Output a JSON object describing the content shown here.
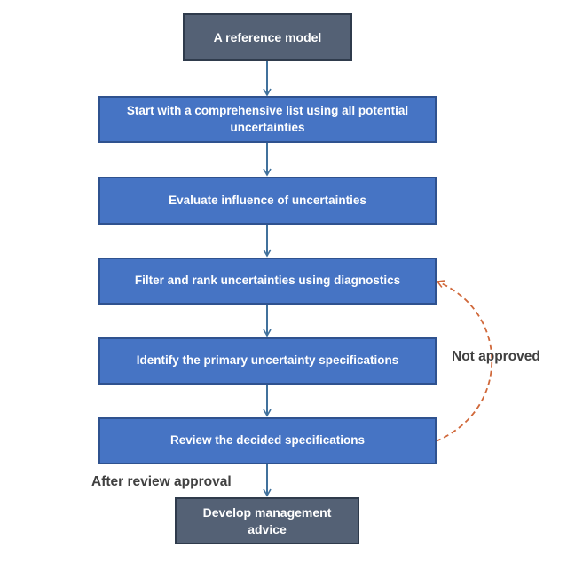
{
  "nodes": {
    "reference_model": "A reference model",
    "comprehensive_list": "Start with a comprehensive list using all potential uncertainties",
    "evaluate_influence": "Evaluate influence of uncertainties",
    "filter_rank": "Filter and rank uncertainties using diagnostics",
    "identify_primary": "Identify the primary uncertainty specifications",
    "review_decided": "Review the decided specifications",
    "develop_advice": "Develop management advice"
  },
  "labels": {
    "not_approved": "Not approved",
    "after_review_approval": "After review approval"
  },
  "colors": {
    "process_fill": "#4674c4",
    "terminal_fill": "#546175",
    "arrow": "#41719c",
    "feedback_arrow": "#d0683a"
  }
}
